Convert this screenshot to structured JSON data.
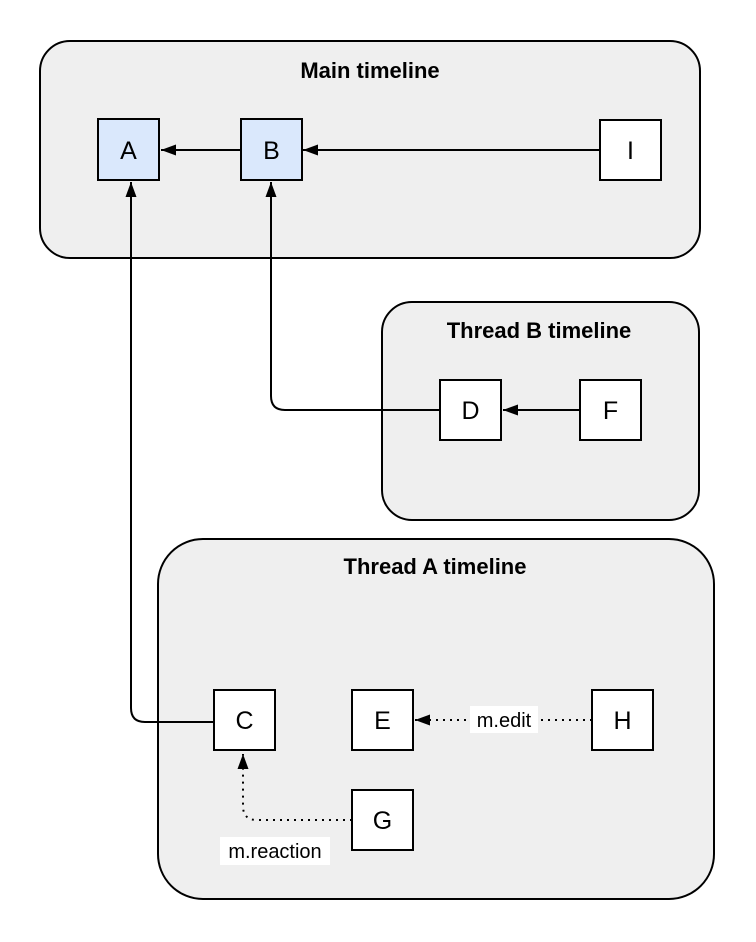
{
  "diagram": {
    "containers": [
      {
        "id": "main",
        "title": "Main timeline"
      },
      {
        "id": "thread-b",
        "title": "Thread B timeline"
      },
      {
        "id": "thread-a",
        "title": "Thread A timeline"
      }
    ],
    "nodes": [
      {
        "id": "A",
        "label": "A",
        "timeline": "main",
        "highlighted": true
      },
      {
        "id": "B",
        "label": "B",
        "timeline": "main",
        "highlighted": true
      },
      {
        "id": "I",
        "label": "I",
        "timeline": "main",
        "highlighted": false
      },
      {
        "id": "D",
        "label": "D",
        "timeline": "thread-b",
        "highlighted": false
      },
      {
        "id": "F",
        "label": "F",
        "timeline": "thread-b",
        "highlighted": false
      },
      {
        "id": "C",
        "label": "C",
        "timeline": "thread-a",
        "highlighted": false
      },
      {
        "id": "E",
        "label": "E",
        "timeline": "thread-a",
        "highlighted": false
      },
      {
        "id": "H",
        "label": "H",
        "timeline": "thread-a",
        "highlighted": false
      },
      {
        "id": "G",
        "label": "G",
        "timeline": "thread-a",
        "highlighted": false
      }
    ],
    "edges": [
      {
        "from": "B",
        "to": "A",
        "style": "solid",
        "label": ""
      },
      {
        "from": "I",
        "to": "B",
        "style": "solid",
        "label": ""
      },
      {
        "from": "F",
        "to": "D",
        "style": "solid",
        "label": ""
      },
      {
        "from": "D",
        "to": "B",
        "style": "solid",
        "label": ""
      },
      {
        "from": "C",
        "to": "A",
        "style": "solid",
        "label": ""
      },
      {
        "from": "H",
        "to": "E",
        "style": "dotted",
        "label": "m.edit"
      },
      {
        "from": "G",
        "to": "C",
        "style": "dotted",
        "label": "m.reaction"
      }
    ],
    "edge_labels": [
      {
        "text": "m.edit"
      },
      {
        "text": "m.reaction"
      }
    ],
    "colors": {
      "canvas_bg": "#ffffff",
      "container_fill": "#efefef",
      "container_stroke": "#000000",
      "highlight_node_fill": "#dae8fc",
      "node_fill": "#ffffff",
      "node_stroke": "#000000",
      "edge_stroke": "#000000",
      "label_bg": "#ffffff",
      "text": "#000000"
    }
  }
}
